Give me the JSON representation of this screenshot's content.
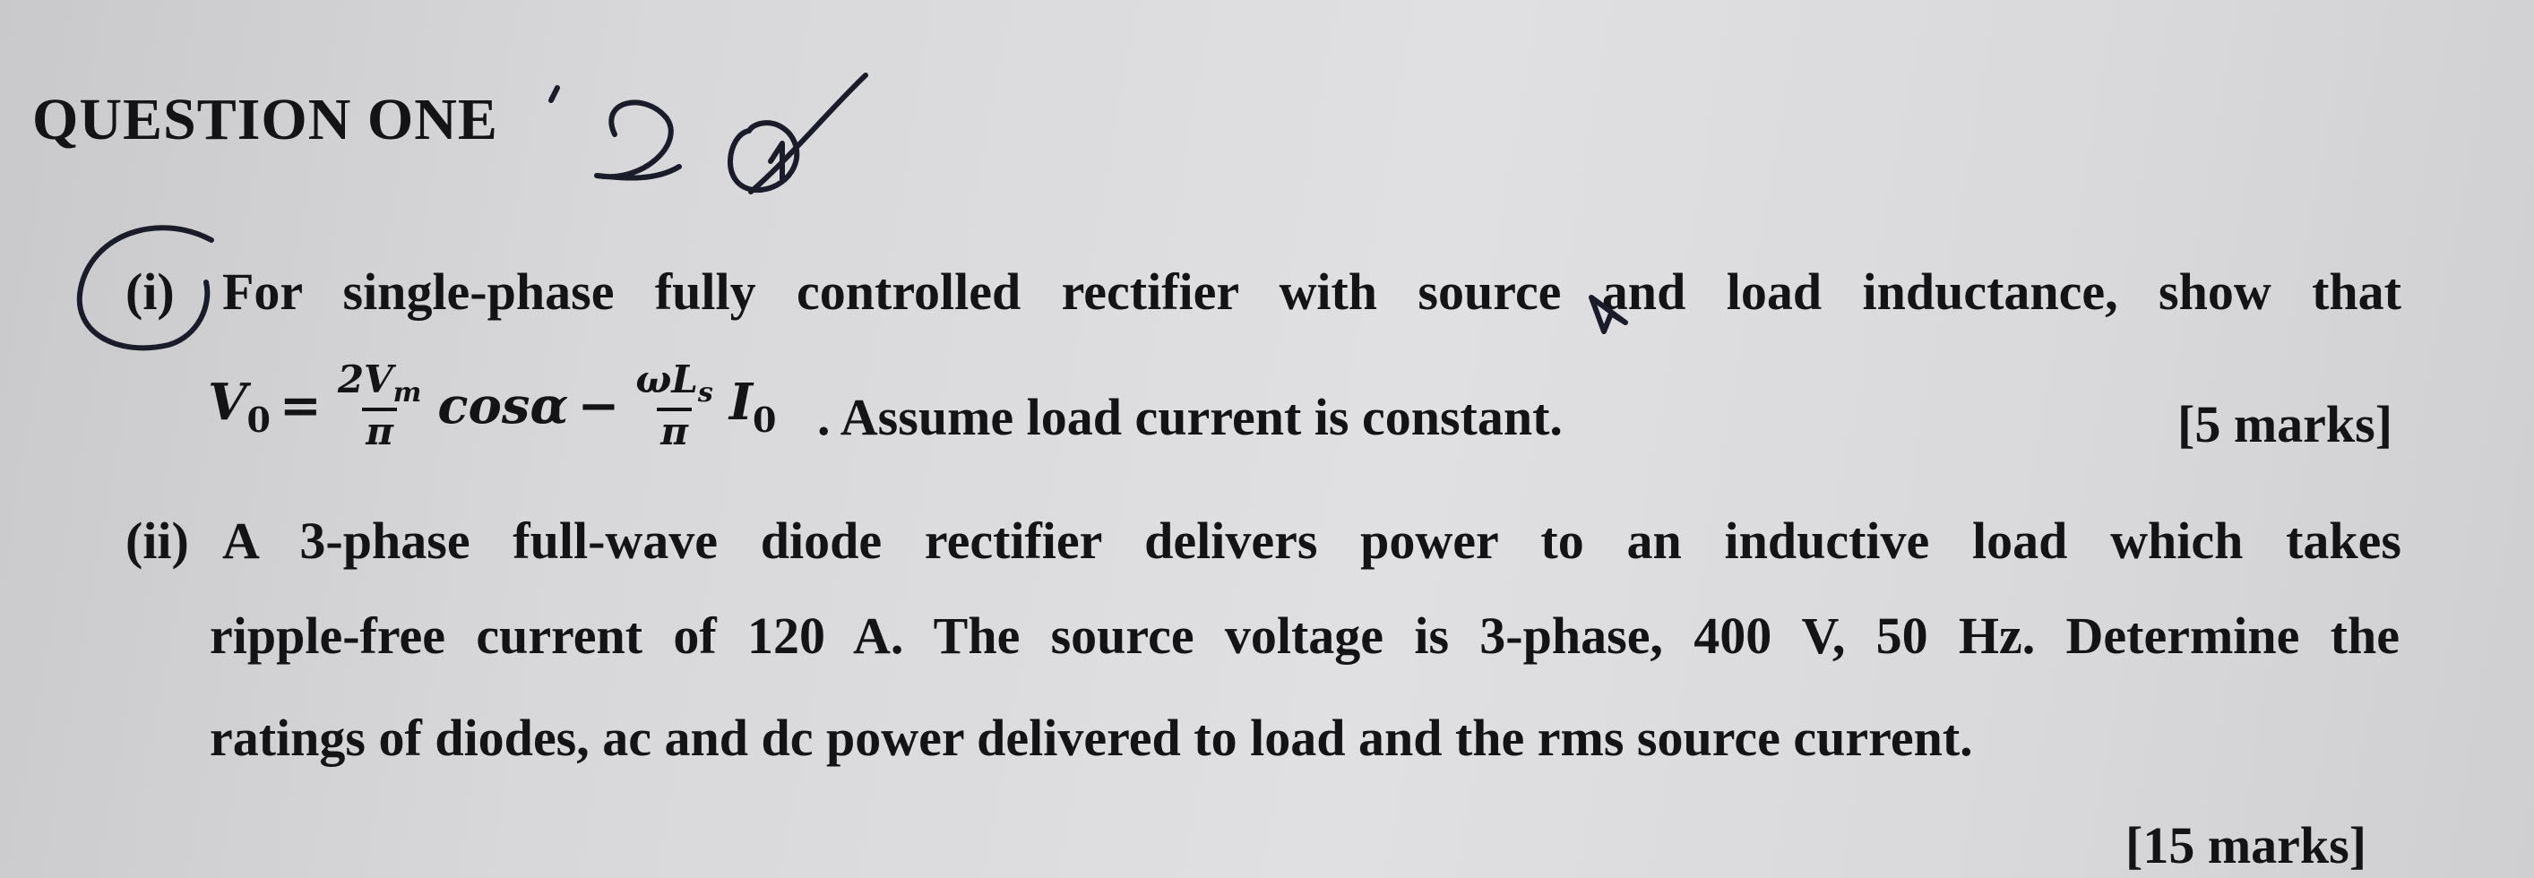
{
  "heading": "QUESTION ONE",
  "handwritten_score": "20",
  "part_i": {
    "number": "(i)",
    "line1": "For single-phase fully controlled rectifier with source and load inductance, show that",
    "equation": {
      "lhs": "V",
      "lhs_sub": "0",
      "equals": "=",
      "frac1_num": "2V",
      "frac1_num_sub": "m",
      "frac1_den": "π",
      "term": "cosα",
      "minus": "−",
      "frac2_num": "ωL",
      "frac2_num_sub": "s",
      "frac2_den": "π",
      "tail": "I",
      "tail_sub": "0"
    },
    "line2_text": ". Assume load current is constant.",
    "marks": "[5 marks]"
  },
  "part_ii": {
    "number": "(ii)",
    "line1": "A 3-phase full-wave diode rectifier delivers power to an inductive load which takes",
    "line2": "ripple-free current of 120 A. The source voltage is 3-phase, 400 V, 50 Hz. Determine the",
    "line3": "ratings of diodes, ac and dc power delivered to load and the rms source current.",
    "marks": "[15  marks]"
  },
  "colors": {
    "paper": "#dcdcde",
    "ink": "#141416",
    "pen": "#1a1c2a"
  }
}
